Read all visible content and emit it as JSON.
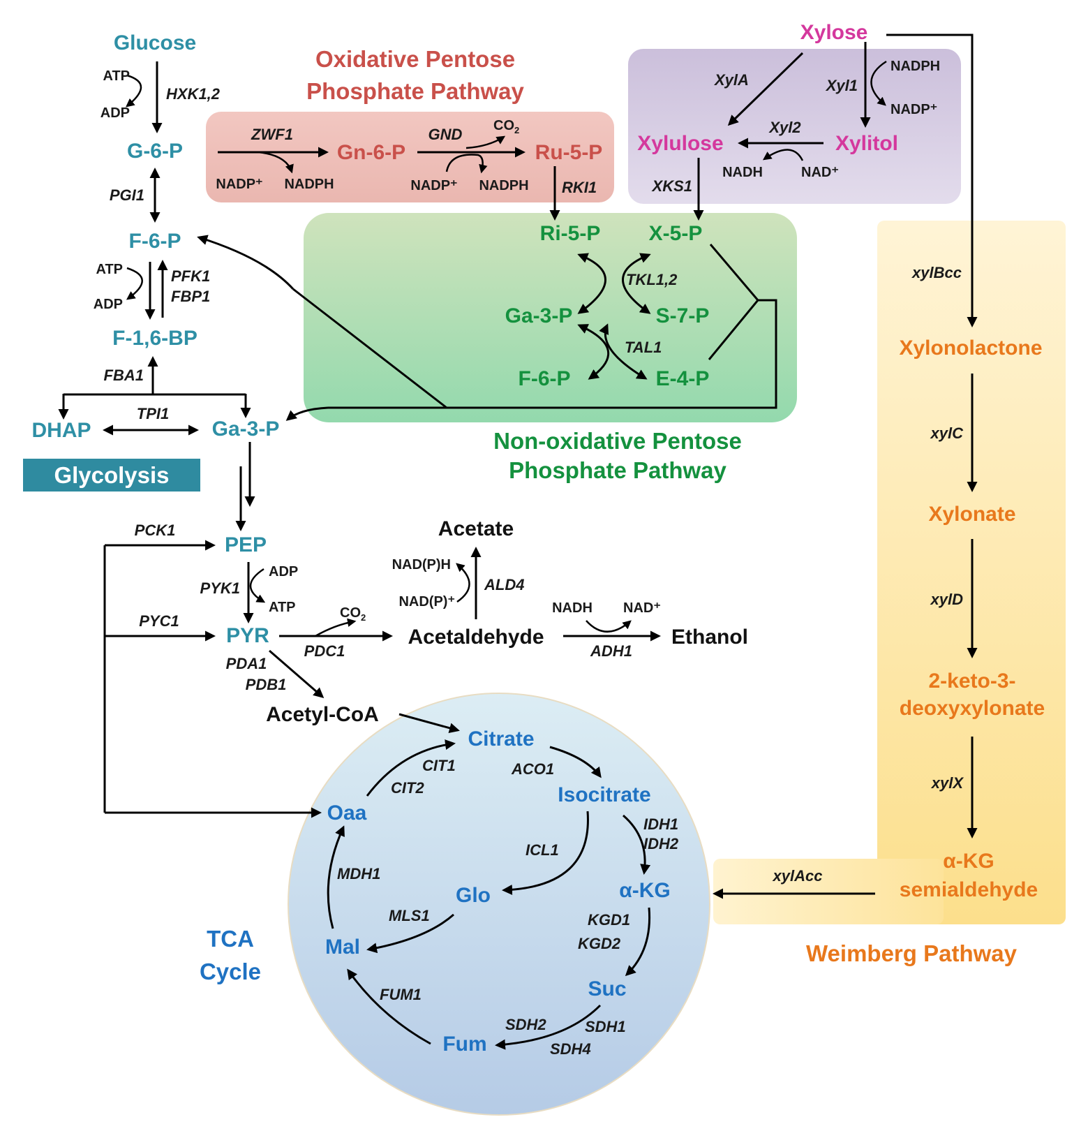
{
  "titles": {
    "oxidative_ppp": [
      "Oxidative Pentose",
      "Phosphate Pathway"
    ],
    "nonoxidative_ppp": [
      "Non-oxidative Pentose",
      "Phosphate Pathway"
    ],
    "glycolysis": "Glycolysis",
    "tca": [
      "TCA",
      "Cycle"
    ],
    "weimberg": "Weimberg Pathway"
  },
  "metabolites": {
    "glucose": "Glucose",
    "g6p": "G-6-P",
    "f6p": "F-6-P",
    "f16bp": "F-1,6-BP",
    "dhap": "DHAP",
    "ga3p": "Ga-3-P",
    "pep": "PEP",
    "pyr": "PYR",
    "acetate": "Acetate",
    "acetaldehyde": "Acetaldehyde",
    "ethanol": "Ethanol",
    "acetyl_coa": "Acetyl-CoA",
    "gn6p": "Gn-6-P",
    "ru5p": "Ru-5-P",
    "ri5p": "Ri-5-P",
    "x5p": "X-5-P",
    "ga3p_nox": "Ga-3-P",
    "s7p": "S-7-P",
    "f6p_nox": "F-6-P",
    "e4p": "E-4-P",
    "xylose": "Xylose",
    "xylulose": "Xylulose",
    "xylitol": "Xylitol",
    "xylonolactone": "Xylonolactone",
    "xylonate": "Xylonate",
    "kdx": [
      "2-keto-3-",
      "deoxyxylonate"
    ],
    "akg_semi": [
      "α-KG",
      "semialdehyde"
    ],
    "citrate": "Citrate",
    "isocitrate": "Isocitrate",
    "akg": "α-KG",
    "suc": "Suc",
    "fum": "Fum",
    "mal": "Mal",
    "oaa": "Oaa",
    "glo": "Glo"
  },
  "enzymes": {
    "hxk": "HXK1,2",
    "pgi": "PGI1",
    "pfk": "PFK1",
    "fbp": "FBP1",
    "fba": "FBA1",
    "tpi": "TPI1",
    "pck": "PCK1",
    "pyk": "PYK1",
    "pyc": "PYC1",
    "pdc": "PDC1",
    "pda": "PDA1",
    "pdb": "PDB1",
    "ald": "ALD4",
    "adh": "ADH1",
    "zwf": "ZWF1",
    "gnd": "GND",
    "rki": "RKI1",
    "tkl": "TKL1,2",
    "tal": "TAL1",
    "xyla": "XylA",
    "xyl1": "Xyl1",
    "xyl2": "Xyl2",
    "xks": "XKS1",
    "xylbcc": "xylBcc",
    "xylc": "xylC",
    "xyld": "xylD",
    "xylx": "xylX",
    "xylacc": "xylAcc",
    "cit1": "CIT1",
    "cit2": "CIT2",
    "aco": "ACO1",
    "idh1": "IDH1",
    "idh2": "IDH2",
    "kgd1": "KGD1",
    "kgd2": "KGD2",
    "sdh2": "SDH2",
    "sdh1": "SDH1",
    "sdh4": "SDH4",
    "fum": "FUM1",
    "mdh": "MDH1",
    "icl": "ICL1",
    "mls": "MLS1"
  },
  "cofactors": {
    "atp": "ATP",
    "adp": "ADP",
    "nadp_plus": "NADP⁺",
    "nadph": "NADPH",
    "co2_base": "CO",
    "co2_sub": "2",
    "nad_plus": "NAD⁺",
    "nadh": "NADH",
    "nadp_h": "NAD(P)H",
    "nadp_x": "NAD(P)⁺"
  },
  "colors": {
    "glycolysis": "#2e8fa5",
    "oxidative": "#c9504a",
    "nonoxidative": "#14913e",
    "xylose": "#d4389d",
    "weimberg": "#e8781c",
    "tca": "#1f72c2"
  }
}
